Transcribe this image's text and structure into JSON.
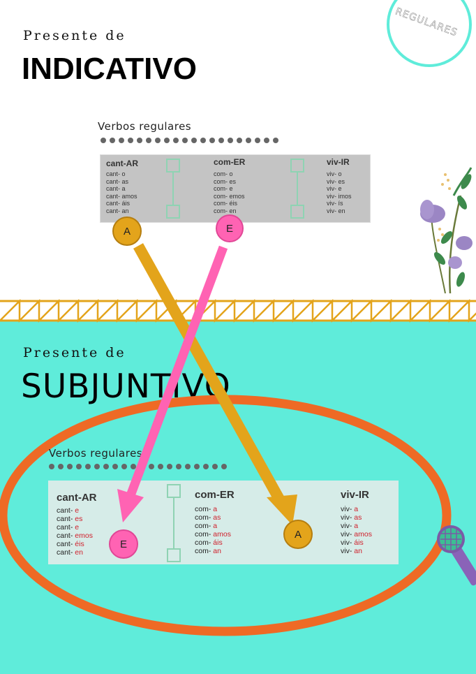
{
  "header_top": {
    "small": "Presente de",
    "big": "INDICATIVO"
  },
  "header_bottom": {
    "small": "Presente de",
    "big": "SUBJUNTIVO"
  },
  "badge": "REGULARES",
  "verbs_label": "Verbos regulares",
  "indicativo": {
    "columns": [
      {
        "head": "cant-AR",
        "stem": "cant-",
        "endings": [
          "o",
          "as",
          "a",
          "amos",
          "áis",
          "an"
        ]
      },
      {
        "head": "com-ER",
        "stem": "com-",
        "endings": [
          "o",
          "es",
          "e",
          "emos",
          "éis",
          "en"
        ]
      },
      {
        "head": "viv-IR",
        "stem": "viv-",
        "endings": [
          "o",
          "es",
          "e",
          "imos",
          "ís",
          "en"
        ]
      }
    ]
  },
  "subjuntivo": {
    "columns": [
      {
        "head": "cant-AR",
        "stem": "cant-",
        "endings": [
          "e",
          "es",
          "e",
          "emos",
          "éis",
          "en"
        ]
      },
      {
        "head": "com-ER",
        "stem": "com-",
        "endings": [
          "a",
          "as",
          "a",
          "amos",
          "áis",
          "an"
        ]
      },
      {
        "head": "viv-IR",
        "stem": "viv-",
        "endings": [
          "a",
          "as",
          "a",
          "amos",
          "áis",
          "an"
        ]
      }
    ]
  },
  "markers": {
    "a": "A",
    "e": "E"
  },
  "colors": {
    "teal": "#5fecda",
    "orange": "#ee6a25",
    "gold": "#e3a41b",
    "pink": "#ff63b3",
    "red_ending": "#d0202c"
  }
}
